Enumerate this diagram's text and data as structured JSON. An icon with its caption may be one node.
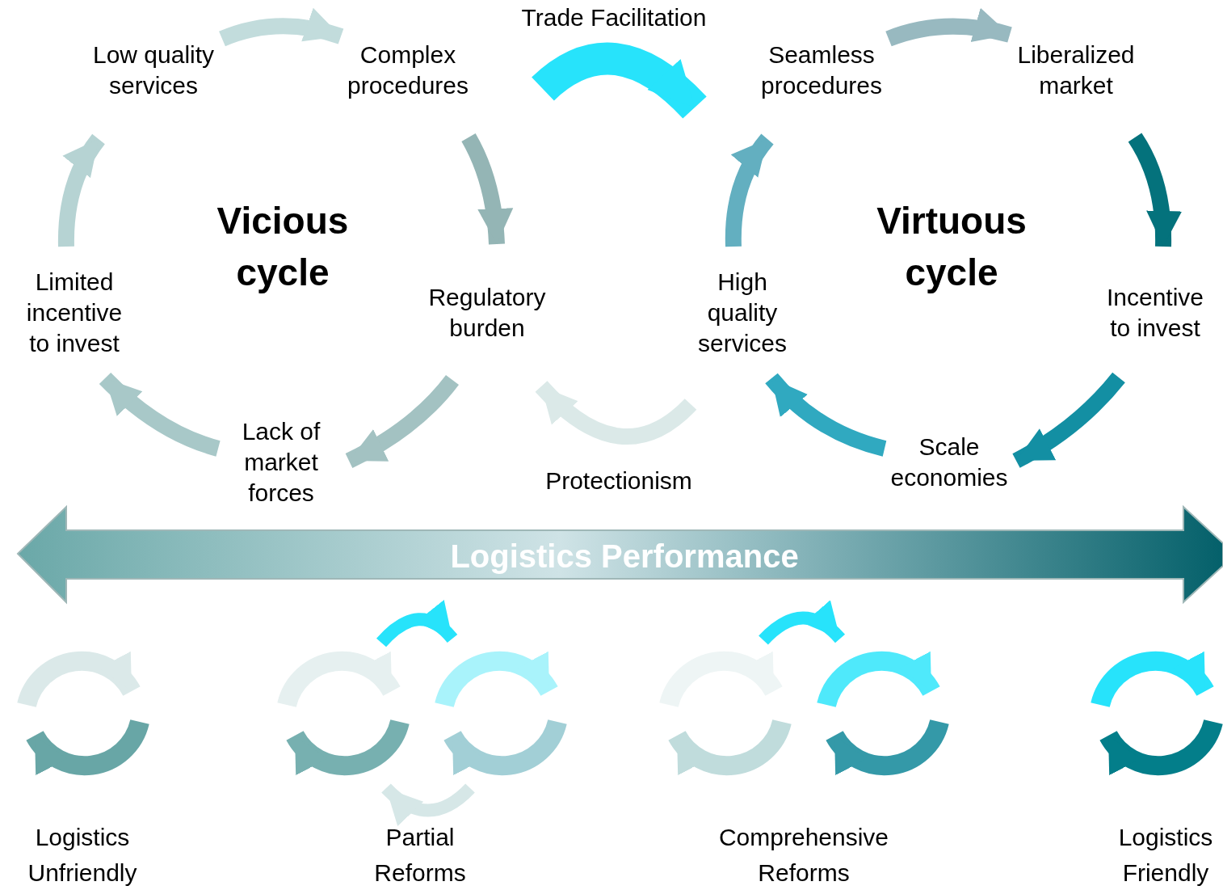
{
  "diagram": {
    "nodes": [
      {
        "text": [
          "Low quality services"
        ]
      },
      {
        "text": [
          "Complex procedures"
        ]
      },
      {
        "text": [
          "Regulatory burden"
        ]
      },
      {
        "text": [
          "Lack of market forces"
        ]
      },
      {
        "text": [
          "Limited incentive to invest"
        ]
      },
      {
        "text": [
          "Seamless procedures"
        ]
      },
      {
        "text": [
          "Liberalized market"
        ]
      },
      {
        "text": [
          "Incentive to invest"
        ]
      },
      {
        "text": [
          "Scale economies"
        ]
      },
      {
        "text": [
          "High quality services"
        ]
      }
    ],
    "edges": [
      {
        "from": 0,
        "to": 1,
        "arrow": "to",
        "color": "#c2dcdc"
      },
      {
        "from": 1,
        "to": 2,
        "arrow": "to",
        "color": "#94b5b5"
      },
      {
        "from": 2,
        "to": 3,
        "arrow": "to",
        "color": "#a3c2c2"
      },
      {
        "from": 3,
        "to": 4,
        "arrow": "to",
        "color": "#a8c8c8"
      },
      {
        "from": 4,
        "to": 0,
        "arrow": "to",
        "color": "#b6d3d3"
      },
      {
        "from": 1,
        "to": 5,
        "arrow": "to",
        "label": "Trade Facilitation",
        "style": "thick",
        "color": "#27e3fb"
      },
      {
        "from": 5,
        "to": 6,
        "arrow": "to",
        "color": "#98b9c0"
      },
      {
        "from": 6,
        "to": 7,
        "arrow": "to",
        "color": "#04727c"
      },
      {
        "from": 7,
        "to": 8,
        "arrow": "to",
        "color": "#138fa3"
      },
      {
        "from": 8,
        "to": 9,
        "arrow": "to",
        "color": "#30a9c0"
      },
      {
        "from": 9,
        "to": 5,
        "arrow": "to",
        "color": "#63afc0"
      },
      {
        "from": 9,
        "to": 2,
        "arrow": "to",
        "label": "Protectionism",
        "color": "#dbe9e8"
      }
    ],
    "labels": [
      "Vicious cycle",
      "Virtuous cycle",
      "Logistics Performance",
      "Logistics Unfriendly",
      "Partial Reforms",
      "Comprehensive Reforms",
      "Logistics Friendly"
    ]
  }
}
